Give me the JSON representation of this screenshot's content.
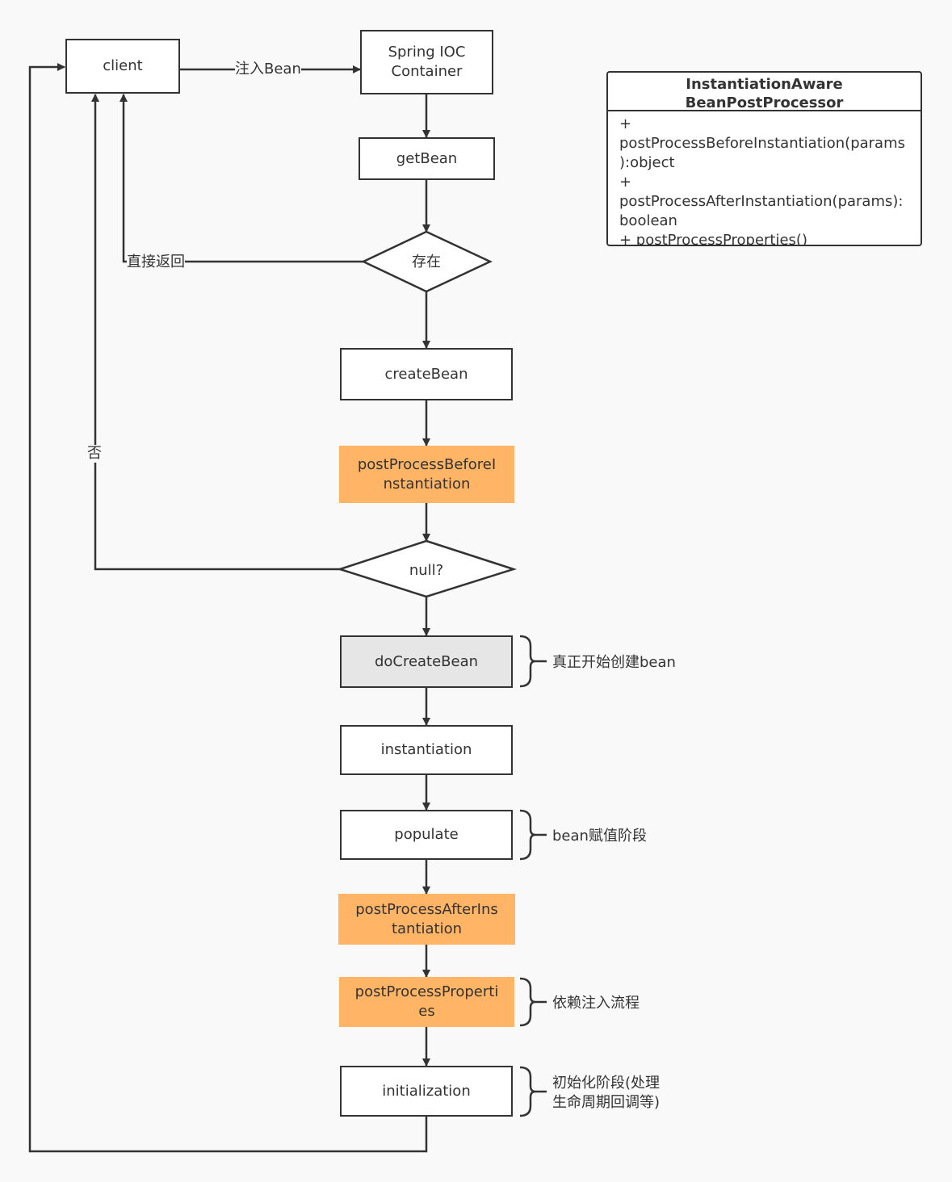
{
  "nodes": {
    "client": "client",
    "spring_ioc": "Spring IOC\nContainer",
    "getbean": "getBean",
    "createbean": "createBean",
    "before_inst": "postProcessBeforeI\nnstantiation",
    "docreatebean": "doCreateBean",
    "instantiation": "instantiation",
    "populate": "populate",
    "after_inst": "postProcessAfterIns\ntantiation",
    "properties": "postProcessProperti\nes",
    "initialization": "initialization"
  },
  "decisions": {
    "exists": "存在",
    "is_null": "null?"
  },
  "edge_labels": {
    "inject_bean": "注入Bean",
    "return_directly": "直接返回",
    "no": "否"
  },
  "annotations": {
    "docreate": "真正开始创建bean",
    "populate": "bean赋值阶段",
    "properties": "依赖注入流程",
    "init": "初始化阶段(处理\n生命周期回调等)"
  },
  "uml": {
    "title": "InstantiationAware\nBeanPostProcessor",
    "methods": [
      "+\npostProcessBeforeInstantiation(params\n):object",
      "+\npostProcessAfterInstantiation(params):\nboolean",
      "+ postProcessProperties()"
    ]
  },
  "colors": {
    "stroke": "#333333",
    "highlight": "#ffb466",
    "gray_fill": "#e6e6e6",
    "background": "#f9f9f9"
  }
}
